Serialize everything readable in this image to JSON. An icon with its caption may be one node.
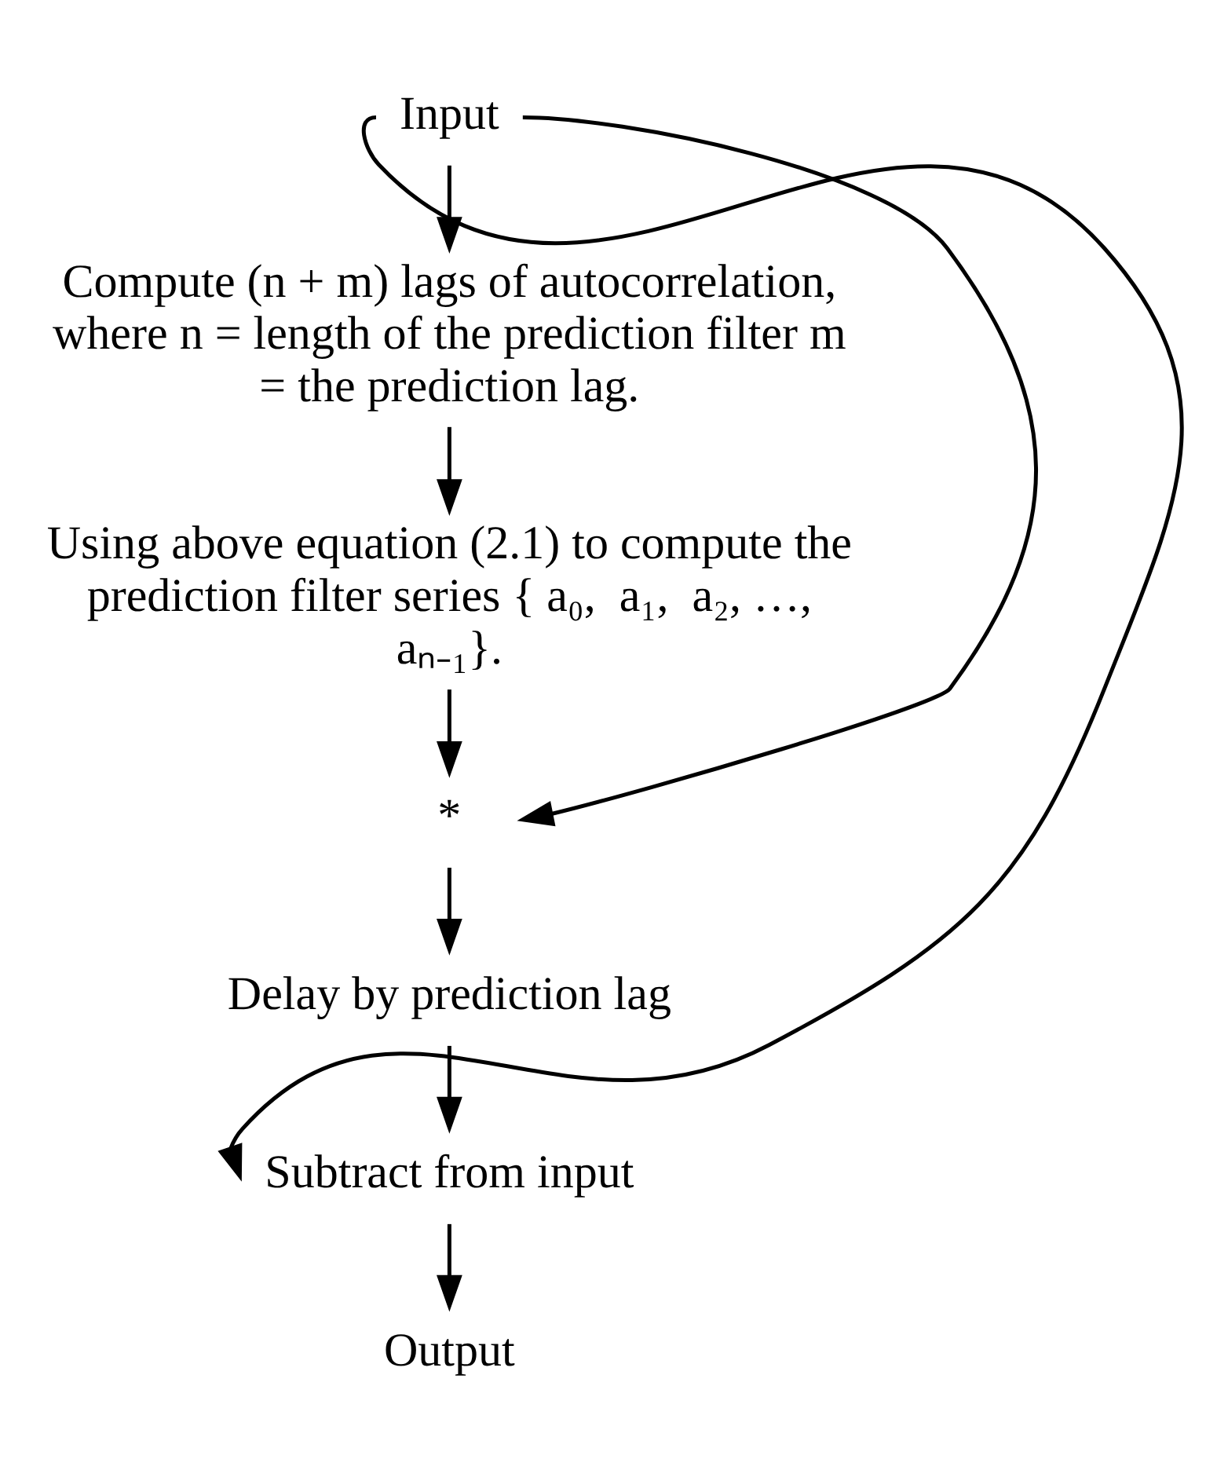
{
  "diagram": {
    "nodes": [
      {
        "text": [
          "Input"
        ]
      },
      {
        "text": [
          "Compute (n + m) lags of autocorrelation, where n = length of the prediction filter m = the prediction lag."
        ]
      },
      {
        "text": [
          "Using above equation (2.1) to compute the prediction filter series { a₀,  a₁,  a₂, …,  aₙ₋₁}."
        ]
      },
      {
        "text": [
          "*"
        ]
      },
      {
        "text": [
          "Delay by prediction lag"
        ]
      },
      {
        "text": [
          "Subtract from input"
        ]
      },
      {
        "text": [
          "Output"
        ]
      }
    ],
    "edges": [
      {
        "from": 0,
        "to": 1,
        "arrow": "to"
      },
      {
        "from": 1,
        "to": 2,
        "arrow": "to"
      },
      {
        "from": 2,
        "to": 3,
        "arrow": "to"
      },
      {
        "from": 3,
        "to": 4,
        "arrow": "to"
      },
      {
        "from": 4,
        "to": 5,
        "arrow": "to"
      },
      {
        "from": 5,
        "to": 6,
        "arrow": "to"
      },
      {
        "from": 0,
        "to": 5,
        "arrow": "to"
      },
      {
        "from": 0,
        "to": 3,
        "arrow": "to"
      }
    ]
  }
}
